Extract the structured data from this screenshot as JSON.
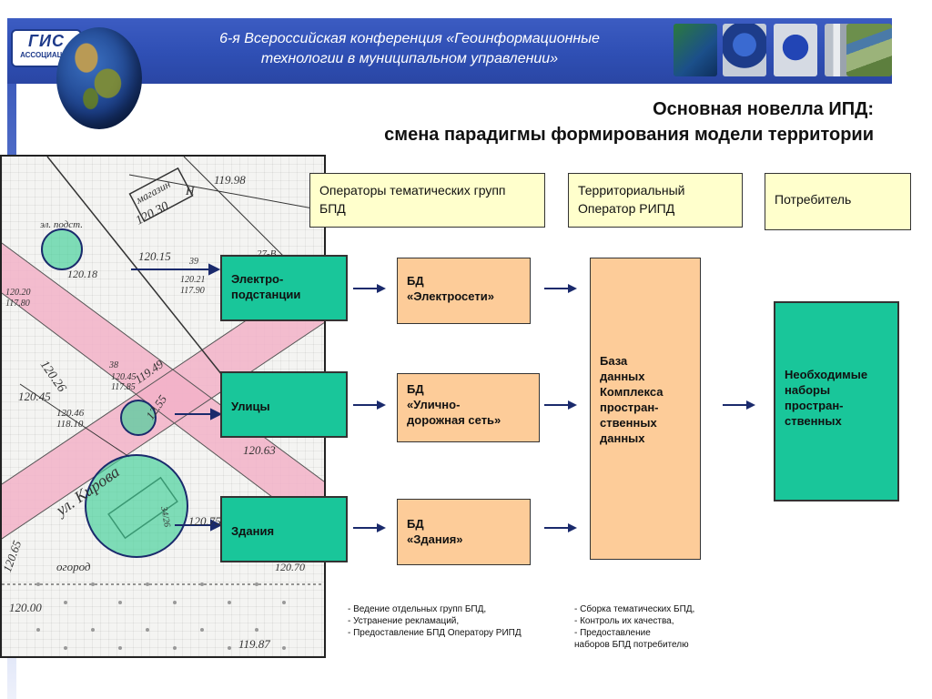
{
  "header": {
    "logo_text": "ГИС",
    "logo_sub": "АССОЦИАЦИЯ",
    "title_line1": "6-я Всероссийская конференция «Геоинформационные",
    "title_line2": "технологии в муниципальном управлении»"
  },
  "slide": {
    "title_line1": "Основная новелла ИПД:",
    "title_line2": "смена парадигмы формирования модели территории"
  },
  "map": {
    "labels": [
      "119.98",
      "магазин",
      "120.30",
      "Н",
      "эл. подст.",
      "120.15",
      "120.18",
      "120.21",
      "117.90",
      "120.20",
      "117.80",
      "27-В",
      "39",
      "120.26",
      "120.45",
      "117.85",
      "120.46",
      "118.10",
      "119.49",
      "12.55",
      "120.63",
      "120.45",
      "120.75",
      "ул. Кирова",
      "34/26",
      "огород",
      "120.65",
      "120.70",
      "120.00",
      "119.87",
      "38"
    ]
  },
  "columns": {
    "operators": "Операторы тематических групп БПД",
    "territorial": "Территориальный Оператор РИПД",
    "consumer": "Потребитель"
  },
  "layers": [
    "Электро-\nподстанции",
    "Улицы",
    "Здания"
  ],
  "databases": [
    "БД\n«Электросети»",
    "БД\n«Улично-\nдорожная сеть»",
    "БД\n«Здания»"
  ],
  "central_db": "База\nданных\nКомплекса\nпростран-\nственных\nданных",
  "result": "Необходимые\nнаборы\nпростран-\nственных",
  "notes": {
    "operators": "- Ведение отдельных групп   БПД,\n- Устранение рекламаций,\n- Предоставление БПД Оператору РИПД",
    "territorial": "- Сборка тематических  БПД,\n- Контроль их качества,\n- Предоставление\nнаборов БПД потребителю"
  },
  "colors": {
    "banner": "#2f4fb4",
    "green_box": "#19c69a",
    "orange_box": "#fdcc99",
    "cream_box": "#ffffcc",
    "arrow": "#1a2a6c"
  }
}
